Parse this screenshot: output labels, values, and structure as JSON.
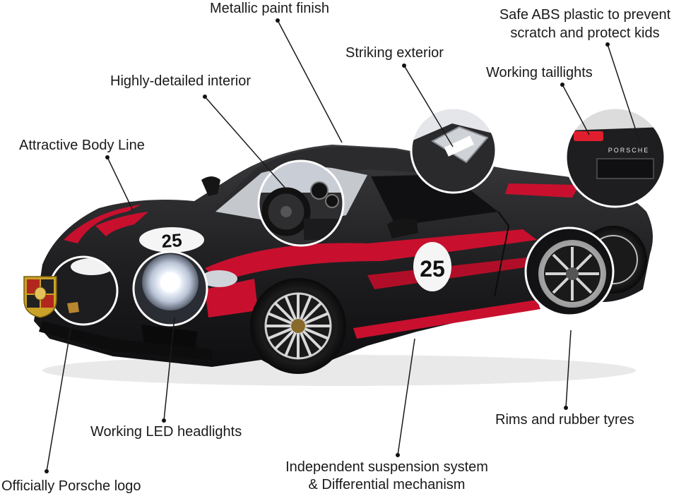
{
  "callouts": {
    "metallic_paint": "Metallic paint finish",
    "abs_plastic_line1": "Safe ABS plastic to prevent",
    "abs_plastic_line2": "scratch and protect kids",
    "striking_exterior": "Striking exterior",
    "working_taillights": "Working taillights",
    "detailed_interior": "Highly-detailed interior",
    "body_line": "Attractive Body Line",
    "led_headlights": "Working LED headlights",
    "rims_tyres": "Rims and rubber tyres",
    "suspension_line1": "Independent suspension system",
    "suspension_line2": "& Differential mechanism",
    "porsche_logo": "Officially Porsche logo"
  },
  "car": {
    "race_number": "25",
    "rear_badge": "PORSCHE",
    "body_color": "#1c1c1e",
    "stripe_color": "#c8102e"
  }
}
